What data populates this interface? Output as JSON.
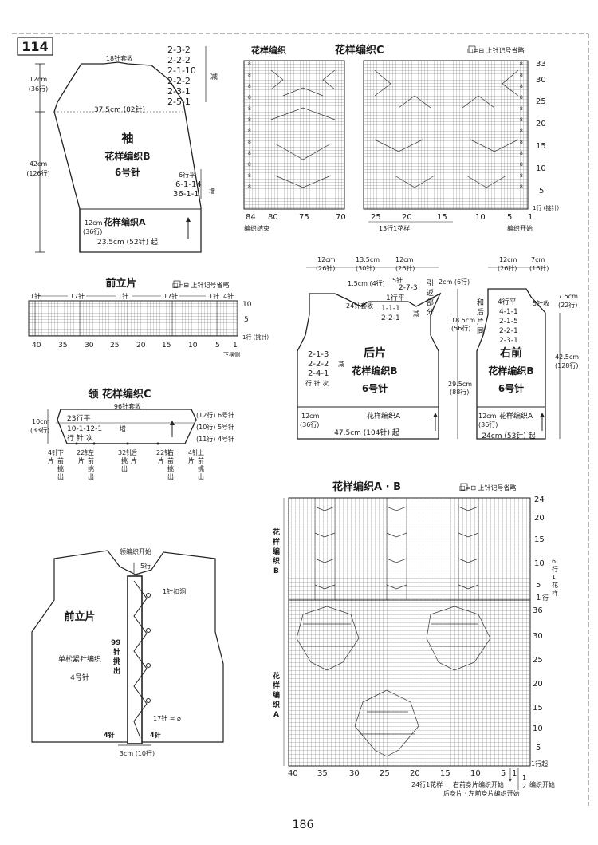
{
  "page_number": "186",
  "pattern_number": "114",
  "legend": "□=⊟ 上针记号省略",
  "sleeve": {
    "title": "袖",
    "stitch": "花样编织B",
    "needle": "6号针",
    "cuff_label": "花样编织A",
    "top_bind": "18针套收",
    "cap_height": [
      "12cm",
      "(36行)"
    ],
    "cap_decrease": [
      "2-3-2",
      "2-2-2",
      "2-1-10",
      "2-2-2",
      "2-3-1",
      "2-5-1"
    ],
    "decrease_word": "减",
    "upper_width": "37.5cm (82针)",
    "body_height": [
      "42cm",
      "(126行)"
    ],
    "increase_rows": [
      "6行平",
      "6-1-14",
      "36-1-1"
    ],
    "increase_word": "增",
    "cuff_height": [
      "12cm",
      "(36行)"
    ],
    "bottom_width": "23.5cm (52针) 起"
  },
  "chart_c": {
    "title_left": "花样编织",
    "title": "花样编织C",
    "rows_right": [
      "33",
      "30",
      "25",
      "20",
      "15",
      "10",
      "5"
    ],
    "bottom_ticks": [
      "84",
      "80",
      "75",
      "70",
      "25",
      "20",
      "15",
      "10",
      "5",
      "1"
    ],
    "row1": "1行 (挑针)",
    "end_label": "编织结束",
    "repeat_label": "13行1花样",
    "start_label": "编织开始"
  },
  "front_band": {
    "title": "前立片",
    "top_marks": [
      "1针",
      "17针",
      "1针",
      "17针",
      "1针",
      "4针"
    ],
    "rows_right": [
      "10",
      "5"
    ],
    "bottom_ticks": [
      "40",
      "35",
      "30",
      "25",
      "20",
      "15",
      "10",
      "5",
      "1"
    ],
    "row1": "1行 (挑针)",
    "hem": "下摆侧"
  },
  "back": {
    "title": "后片",
    "stitch": "花样编织B",
    "needle": "6号针",
    "rib": "花样编织A",
    "top_widths": [
      "12cm",
      "(26针)",
      "13.5cm",
      "(30针)",
      "12cm",
      "(26针)"
    ],
    "neck_depth": "1.5cm (4行)",
    "neck_bind": "24针套收",
    "neck_rows": "5针",
    "neck_dec": [
      "2-7-3",
      "1行平",
      "1-1-1",
      "2-2-1"
    ],
    "dec": "减",
    "short_rows": [
      "引",
      "返",
      "部",
      "分"
    ],
    "shoulder": "2cm (6行)",
    "armhole_height": [
      "18.5cm",
      "(56行)"
    ],
    "side_height": [
      "29.5cm",
      "(88行)"
    ],
    "armhole_dec": [
      "2-1-3",
      "2-2-2",
      "2-4-1"
    ],
    "armhole_note": "行 针 次",
    "rib_height": [
      "12cm",
      "(36行)"
    ],
    "bottom": "47.5cm (104针) 起"
  },
  "right_front": {
    "title": "右前",
    "stitch": "花样编织B",
    "needle": "6号针",
    "rib": "花样编织A",
    "top_widths": [
      "12cm",
      "(26针)",
      "7cm",
      "(16针)"
    ],
    "same_as_back": [
      "和",
      "后",
      "片",
      "同"
    ],
    "neck_dec": [
      "4行平",
      "4-1-1",
      "2-1-5",
      "2-2-1",
      "2-3-1"
    ],
    "neck_bind": "5针收",
    "neck_depth": [
      "7.5cm",
      "(22行)"
    ],
    "height": [
      "42.5cm",
      "(128行)"
    ],
    "rib_height": [
      "12cm",
      "(36行)"
    ],
    "bottom": "24cm (53针) 起"
  },
  "collar": {
    "title": "领  花样编织C",
    "top_bind": "96针套收",
    "height": [
      "10cm",
      "(33行)"
    ],
    "rows": [
      "23行平",
      "10-1-12-1",
      "行 针 次"
    ],
    "inc": "增",
    "needles": [
      "(12行) 6号针",
      "(10行) 5号针",
      "(11行) 4号针"
    ],
    "pickups": [
      {
        "n": "4针",
        "c": [
          "下",
          "前",
          "挑",
          "出",
          "片"
        ]
      },
      {
        "n": "22针",
        "c": [
          "左",
          "前",
          "挑",
          "出",
          "片"
        ]
      },
      {
        "n": "32针",
        "c": [
          "后",
          "片",
          "挑",
          "出"
        ]
      },
      {
        "n": "22针",
        "c": [
          "右",
          "前",
          "挑",
          "出",
          "片"
        ]
      },
      {
        "n": "4针",
        "c": [
          "上",
          "前",
          "挑",
          "出",
          "片"
        ]
      }
    ]
  },
  "front_band_diagram": {
    "title": "前立片",
    "stitch": "单松紧针编织",
    "needle": "4号针",
    "start": "领编织开始",
    "top_count": "5行",
    "buttonhole": "1针扣洞",
    "pickup": [
      "99",
      "针",
      "挑",
      "出"
    ],
    "spacing": "17针 = ⌀",
    "side_left": "4针",
    "side_right": "4针",
    "width": "3cm (10行)"
  },
  "chart_ab": {
    "title": "花样编织A · B",
    "left_b": [
      "花",
      "样",
      "编",
      "织",
      "B"
    ],
    "left_a": [
      "花",
      "样",
      "编",
      "织",
      "A"
    ],
    "rows_right_top": [
      "24",
      "20",
      "15",
      "10",
      "5",
      "1"
    ],
    "rows_right_bottom": [
      "36",
      "30",
      "25",
      "20",
      "15",
      "10",
      "5"
    ],
    "row_repeat": [
      "6",
      "行",
      "1",
      "花",
      "样"
    ],
    "row_label_mid": "行",
    "bottom_ticks": [
      "40",
      "35",
      "30",
      "25",
      "20",
      "15",
      "10",
      "5",
      "1"
    ],
    "row1": "1行起",
    "repeat": "24行1花样",
    "right_front_start": "右前身片编织开始",
    "back_start": "后身片 · 左前身片编织开始",
    "mark1": "1",
    "mark2": "2",
    "start": "编织开始"
  }
}
